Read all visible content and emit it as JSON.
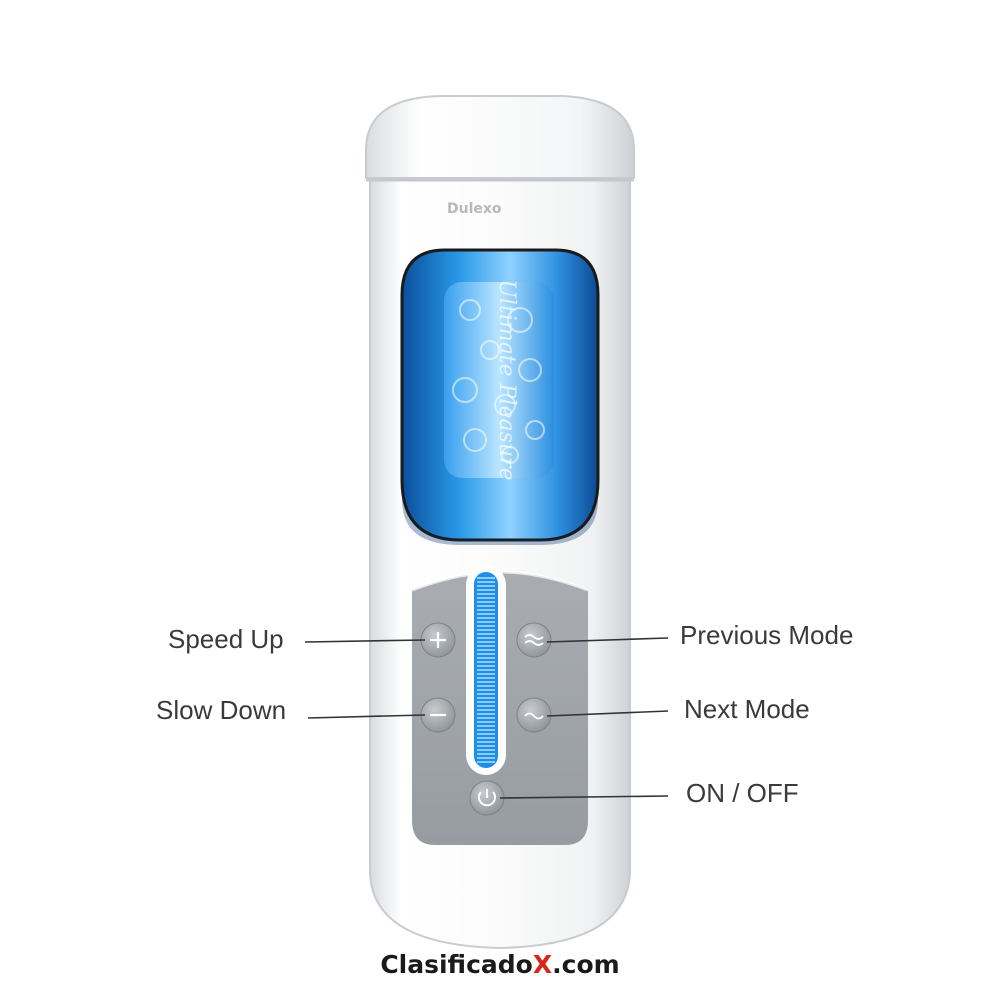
{
  "product": {
    "brand": "Dulexo",
    "sleeve_text": "Ultimate Pleasure"
  },
  "controls": {
    "speed_up": "Speed Up",
    "slow_down": "Slow Down",
    "previous_mode": "Previous Mode",
    "next_mode": "Next Mode",
    "on_off": "ON / OFF"
  },
  "icons": {
    "plus": "plus-icon",
    "minus": "minus-icon",
    "wave": "wave-icon",
    "tilde": "tilde-icon",
    "power": "power-icon"
  },
  "watermark": {
    "before": "Clasificado",
    "x": "X",
    "after": ".com"
  },
  "colors": {
    "accent_blue": "#1f8fe6",
    "panel_gray": "#9ea3a8",
    "body_white": "#f4f5f6",
    "watermark_red": "#d7261e"
  }
}
